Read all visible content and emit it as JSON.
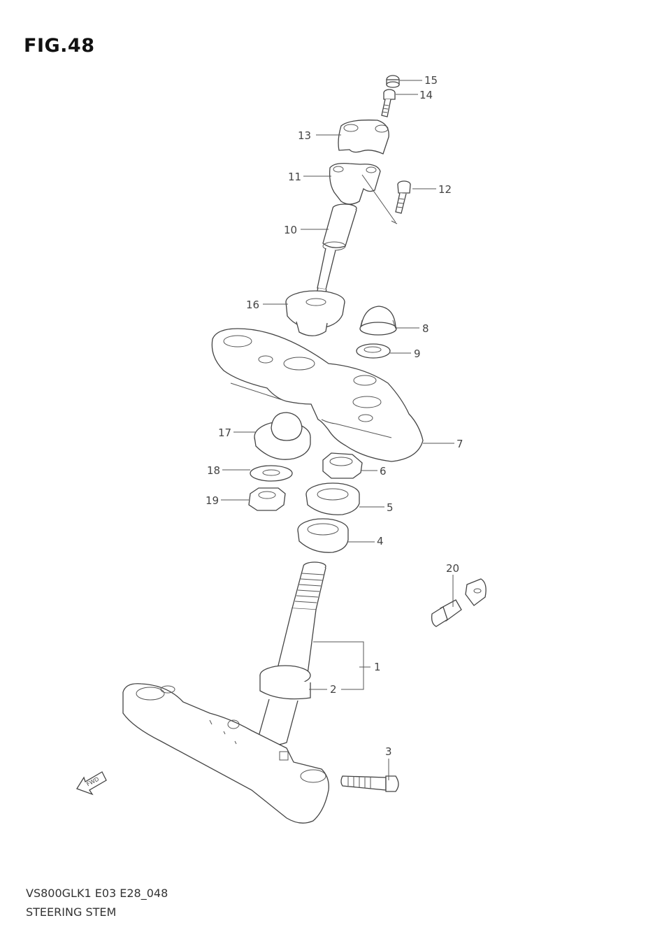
{
  "figure": {
    "title": "FIG.48",
    "model_code": "VS800GLK1 E03 E28_048",
    "section_name": "STEERING STEM"
  },
  "fwd_arrow": {
    "label": "FWD"
  },
  "callouts": {
    "c1": "1",
    "c2": "2",
    "c3": "3",
    "c4": "4",
    "c5": "5",
    "c6": "6",
    "c7": "7",
    "c8": "8",
    "c9": "9",
    "c10": "10",
    "c11": "11",
    "c12": "12",
    "c13": "13",
    "c14": "14",
    "c15": "15",
    "c16": "16",
    "c17": "17",
    "c18": "18",
    "c19": "19",
    "c20": "20"
  }
}
